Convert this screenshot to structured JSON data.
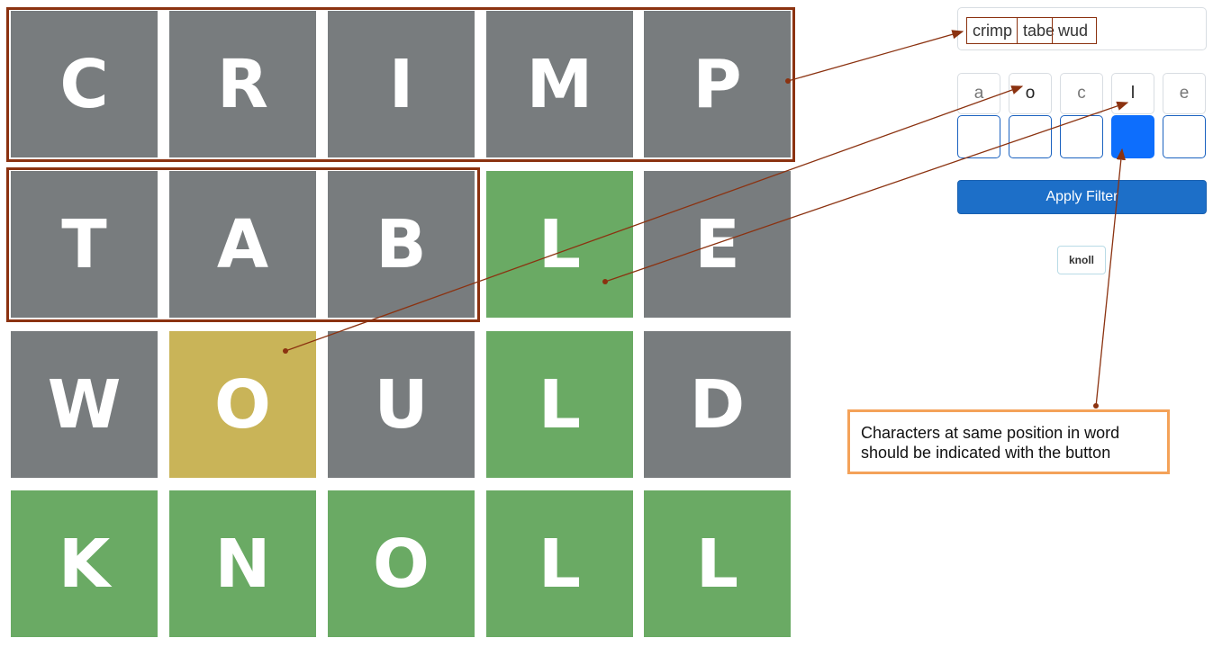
{
  "board": {
    "rows": [
      [
        {
          "letter": "C",
          "state": "gray"
        },
        {
          "letter": "R",
          "state": "gray"
        },
        {
          "letter": "I",
          "state": "gray"
        },
        {
          "letter": "M",
          "state": "gray"
        },
        {
          "letter": "P",
          "state": "gray"
        }
      ],
      [
        {
          "letter": "T",
          "state": "gray"
        },
        {
          "letter": "A",
          "state": "gray"
        },
        {
          "letter": "B",
          "state": "gray"
        },
        {
          "letter": "L",
          "state": "green"
        },
        {
          "letter": "E",
          "state": "gray"
        }
      ],
      [
        {
          "letter": "W",
          "state": "gray"
        },
        {
          "letter": "O",
          "state": "yellow"
        },
        {
          "letter": "U",
          "state": "gray"
        },
        {
          "letter": "L",
          "state": "green"
        },
        {
          "letter": "D",
          "state": "gray"
        }
      ],
      [
        {
          "letter": "K",
          "state": "green"
        },
        {
          "letter": "N",
          "state": "green"
        },
        {
          "letter": "O",
          "state": "green"
        },
        {
          "letter": "L",
          "state": "green"
        },
        {
          "letter": "L",
          "state": "green"
        }
      ]
    ]
  },
  "filter": {
    "excluded_letters_segments": [
      "crimp",
      "tabe",
      "wud"
    ],
    "letters": [
      "a",
      "o",
      "c",
      "l",
      "e"
    ],
    "letter_emphasis": [
      false,
      true,
      false,
      true,
      false
    ],
    "position_buttons_active": [
      false,
      false,
      false,
      true,
      false
    ],
    "apply_label": "Apply Filter",
    "result_word": "knoll"
  },
  "annotation": {
    "callout_text": "Characters at same position in word should be indicated with the button"
  },
  "colors": {
    "tile_gray": "#787c7e",
    "tile_green": "#6aaa64",
    "tile_yellow": "#c9b458",
    "highlight_border": "#8b3210",
    "apply_button": "#1d6fc8",
    "active_position_button": "#0d6efd",
    "callout_border": "#f4a259"
  }
}
